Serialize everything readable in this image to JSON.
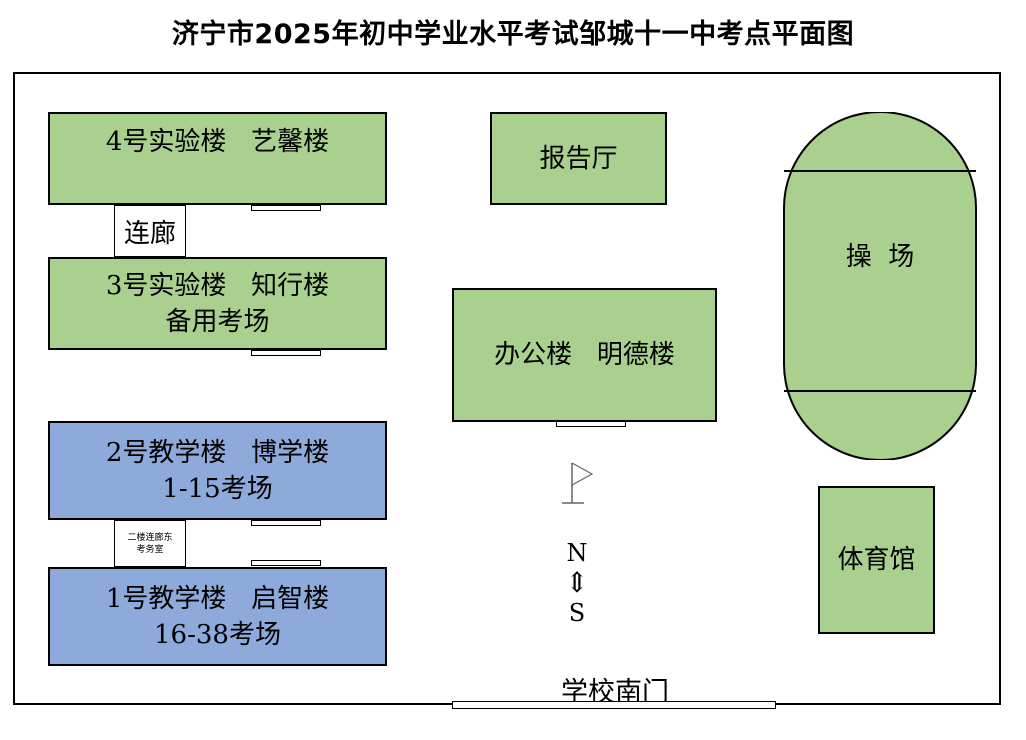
{
  "title": "济宁市2025年初中学业水平考试邹城十一中考点平面图",
  "buildings": {
    "lab4": {
      "line1": "4号实验楼   艺馨楼"
    },
    "lab3": {
      "line1": "3号实验楼   知行楼",
      "line2": "备用考场"
    },
    "teach2": {
      "line1": "2号教学楼   博学楼",
      "line2": "1-15考场"
    },
    "teach1": {
      "line1": "1号教学楼   启智楼",
      "line2": "16-38考场"
    },
    "hall": {
      "label": "报告厅"
    },
    "office": {
      "label": "办公楼   明德楼"
    },
    "playground": {
      "label": "操  场"
    },
    "gym": {
      "label": "体育馆"
    }
  },
  "corridors": {
    "upper": "连廊",
    "lower_line1": "二楼连廊东",
    "lower_line2": "考务室"
  },
  "compass": {
    "north": "N",
    "arrow": "⇕",
    "south": "S"
  },
  "gate": {
    "label": "学校南门"
  },
  "colors": {
    "lab": "#a9d08e",
    "teaching": "#8eaadb",
    "outline": "#000000"
  },
  "icons": {
    "flag": "flag-icon"
  }
}
